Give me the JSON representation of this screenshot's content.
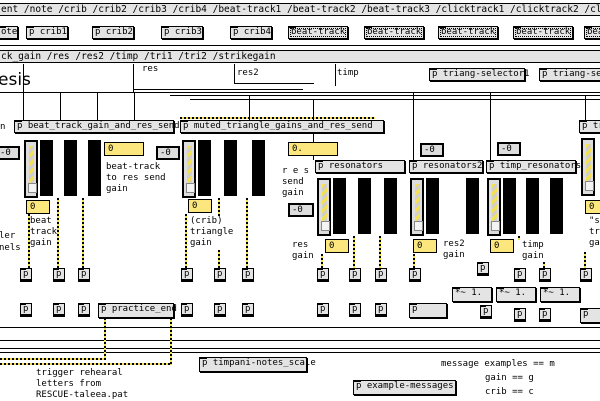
{
  "routes": {
    "top": "ent /note /crib /crib2 /crib3 /crib4 /beat-track1 /beat-track2 /beat-track3 /clicktrack1 /clicktrack2 /click",
    "second": "ck_gain /res /res2 /timp /tri1 /tri2 /strikegain"
  },
  "top_row": [
    "ote",
    "p crib1",
    "p crib2",
    "p crib3",
    "p crib4",
    "beat-track",
    "beat-track",
    "beat-track",
    "beat-track",
    "beat-track",
    "bea"
  ],
  "heading_fragment": "esis",
  "route_labels": {
    "res": "res",
    "res2": "res2",
    "timp": "timp"
  },
  "triang": [
    "p triang-selector1",
    "p triang-selec"
  ],
  "subpatches": {
    "beat_track": "p beat_track_gain_and_res_send",
    "muted_triangle": "p muted_triangle_gains_and_res_send",
    "resonators": "p resonators",
    "resonators2": "p resonators2",
    "timp_resonators": "p timp_resonators",
    "tr": "p tr",
    "practice_end": "p practice_end",
    "timpani_notes_scale": "p timpani-notes_scale",
    "example_messages": "p example-messages"
  },
  "number_boxes": {
    "beat_track_send": "0",
    "beat_gain": "0",
    "tri_gain": "0",
    "res_send": "0.",
    "res_gain": "0",
    "res2_gain": "0",
    "timp_gain": "0",
    "tr_gain": "0",
    "left_gray": "-0",
    "tri_gray": "-0",
    "res_gray": "-0",
    "res2_gray": "-0",
    "timp_gray": "-0"
  },
  "labels": {
    "left_frag1": "n",
    "left_frag2": "ler",
    "left_frag3": "nels",
    "beat_send": "beat-track\nto res send\ngain",
    "beat_gain": "beat\ntrack\ngain",
    "tri_gain": "(crib)\ntriangle\ngain",
    "res_send": "r e s\nsend\ngain",
    "res_gain": "res\ngain",
    "res2_gain": "res2\ngain",
    "timp_gain": "timp\ngain",
    "tr_gain": "\"s\ntr\nga",
    "trigger": "trigger rehearal\nletters from\nRESCUE-taleea.pat",
    "msg_examples": "message examples == m",
    "gain_eq": "gain == g",
    "crib_eq": "crib == c"
  },
  "p_label": "p",
  "mult": [
    "*~ 1.",
    "*~ 1.",
    "*~ 1."
  ]
}
